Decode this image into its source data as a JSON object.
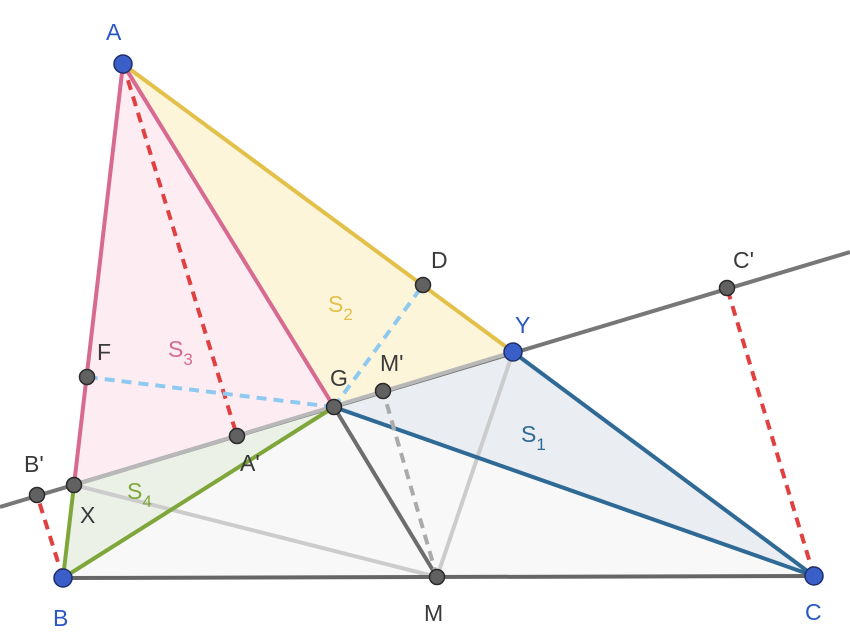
{
  "labels": {
    "A": "A",
    "B": "B",
    "C": "C",
    "D": "D",
    "F": "F",
    "G": "G",
    "M": "M",
    "M_prime": "M'",
    "X": "X",
    "Y": "Y",
    "A_prime": "A'",
    "B_prime": "B'",
    "C_prime": "C'"
  },
  "areas": {
    "s1": {
      "main": "S",
      "sub": "1"
    },
    "s2": {
      "main": "S",
      "sub": "2"
    },
    "s3": {
      "main": "S",
      "sub": "3"
    },
    "s4": {
      "main": "S",
      "sub": "4"
    }
  },
  "colors": {
    "free_point": "#3b5fc8",
    "dependent_point": "#616161",
    "line_gray": "#777777",
    "dashed_red": "#e04040",
    "dashed_blue": "#8ec9f0",
    "s1": "#2f6a96",
    "s2": "#e2c04a",
    "s3": "#d86a92",
    "s4": "#7fa63a",
    "label_blue": "#2b57c4",
    "label_dark": "#3a3a3a"
  }
}
